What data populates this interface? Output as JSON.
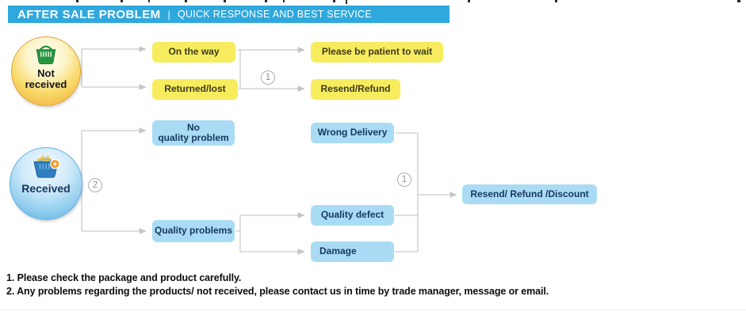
{
  "header": {
    "title": "AFTER SALE PROBLEM",
    "separator": "|",
    "subtitle": "QUICK RESPONSE AND BEST SERVICE"
  },
  "colors": {
    "header_bg": "#2FA8DD",
    "yellow_box": "#F7EC5D",
    "blue_box": "#A9DCF4",
    "connector": "#CBCBCB",
    "navy_text": "#17365D"
  },
  "flow": {
    "not_received": {
      "label": "Not received",
      "icon": "green-basket-icon"
    },
    "received": {
      "label": "Received",
      "icon": "blue-basket-icon"
    },
    "markers": {
      "not_received_merge": "1",
      "received_split": "2",
      "received_merge": "1"
    },
    "boxes": {
      "on_the_way": "On the way",
      "returned_lost": "Returned/lost",
      "be_patient": "Please be patient to wait",
      "resend_refund": "Resend/Refund",
      "no_quality_problem_line1": "No",
      "no_quality_problem_line2": "quality problem",
      "quality_problems": "Quality problems",
      "wrong_delivery": "Wrong Delivery",
      "quality_defect": "Quality defect",
      "damage": "Damage",
      "resend_refund_discount": "Resend/ Refund /Discount"
    }
  },
  "notes": [
    "1. Please check the package and product carefully.",
    "2. Any problems regarding the products/ not received, please contact us in time by trade manager, message or email."
  ]
}
